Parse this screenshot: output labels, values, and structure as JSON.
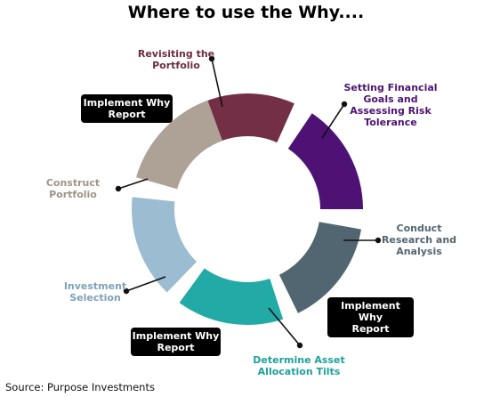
{
  "title": "Where to use the Why....",
  "source": "Source: Purpose Investments",
  "steps": [
    {
      "id": "revisiting",
      "lines": [
        "Revisiting the",
        "Portfolio"
      ],
      "color": "#722f45",
      "text_color": "#6d2d42"
    },
    {
      "id": "goals",
      "lines": [
        "Setting Financial",
        "Goals and",
        "Assessing Risk",
        "Tolerance"
      ],
      "color": "#4e1275",
      "text_color": "#4e1275"
    },
    {
      "id": "research",
      "lines": [
        "Conduct",
        "Research and",
        "Analysis"
      ],
      "color": "#526672",
      "text_color": "#526672"
    },
    {
      "id": "tilts",
      "lines": [
        "Determine Asset",
        "Allocation Tilts"
      ],
      "color": "#21aaa6",
      "text_color": "#1ea19c"
    },
    {
      "id": "selection",
      "lines": [
        "Investment",
        "Selection"
      ],
      "color": "#9cbcd1",
      "text_color": "#7fa2ba"
    },
    {
      "id": "construct",
      "lines": [
        "Construct",
        "Portfolio"
      ],
      "color": "#aea196",
      "text_color": "#a09387"
    }
  ],
  "badges": [
    {
      "lines": [
        "Implement Why",
        "Report"
      ]
    },
    {
      "lines": [
        "Implement Why",
        "Report"
      ]
    },
    {
      "lines": [
        "Implement Why",
        "Report"
      ]
    }
  ]
}
